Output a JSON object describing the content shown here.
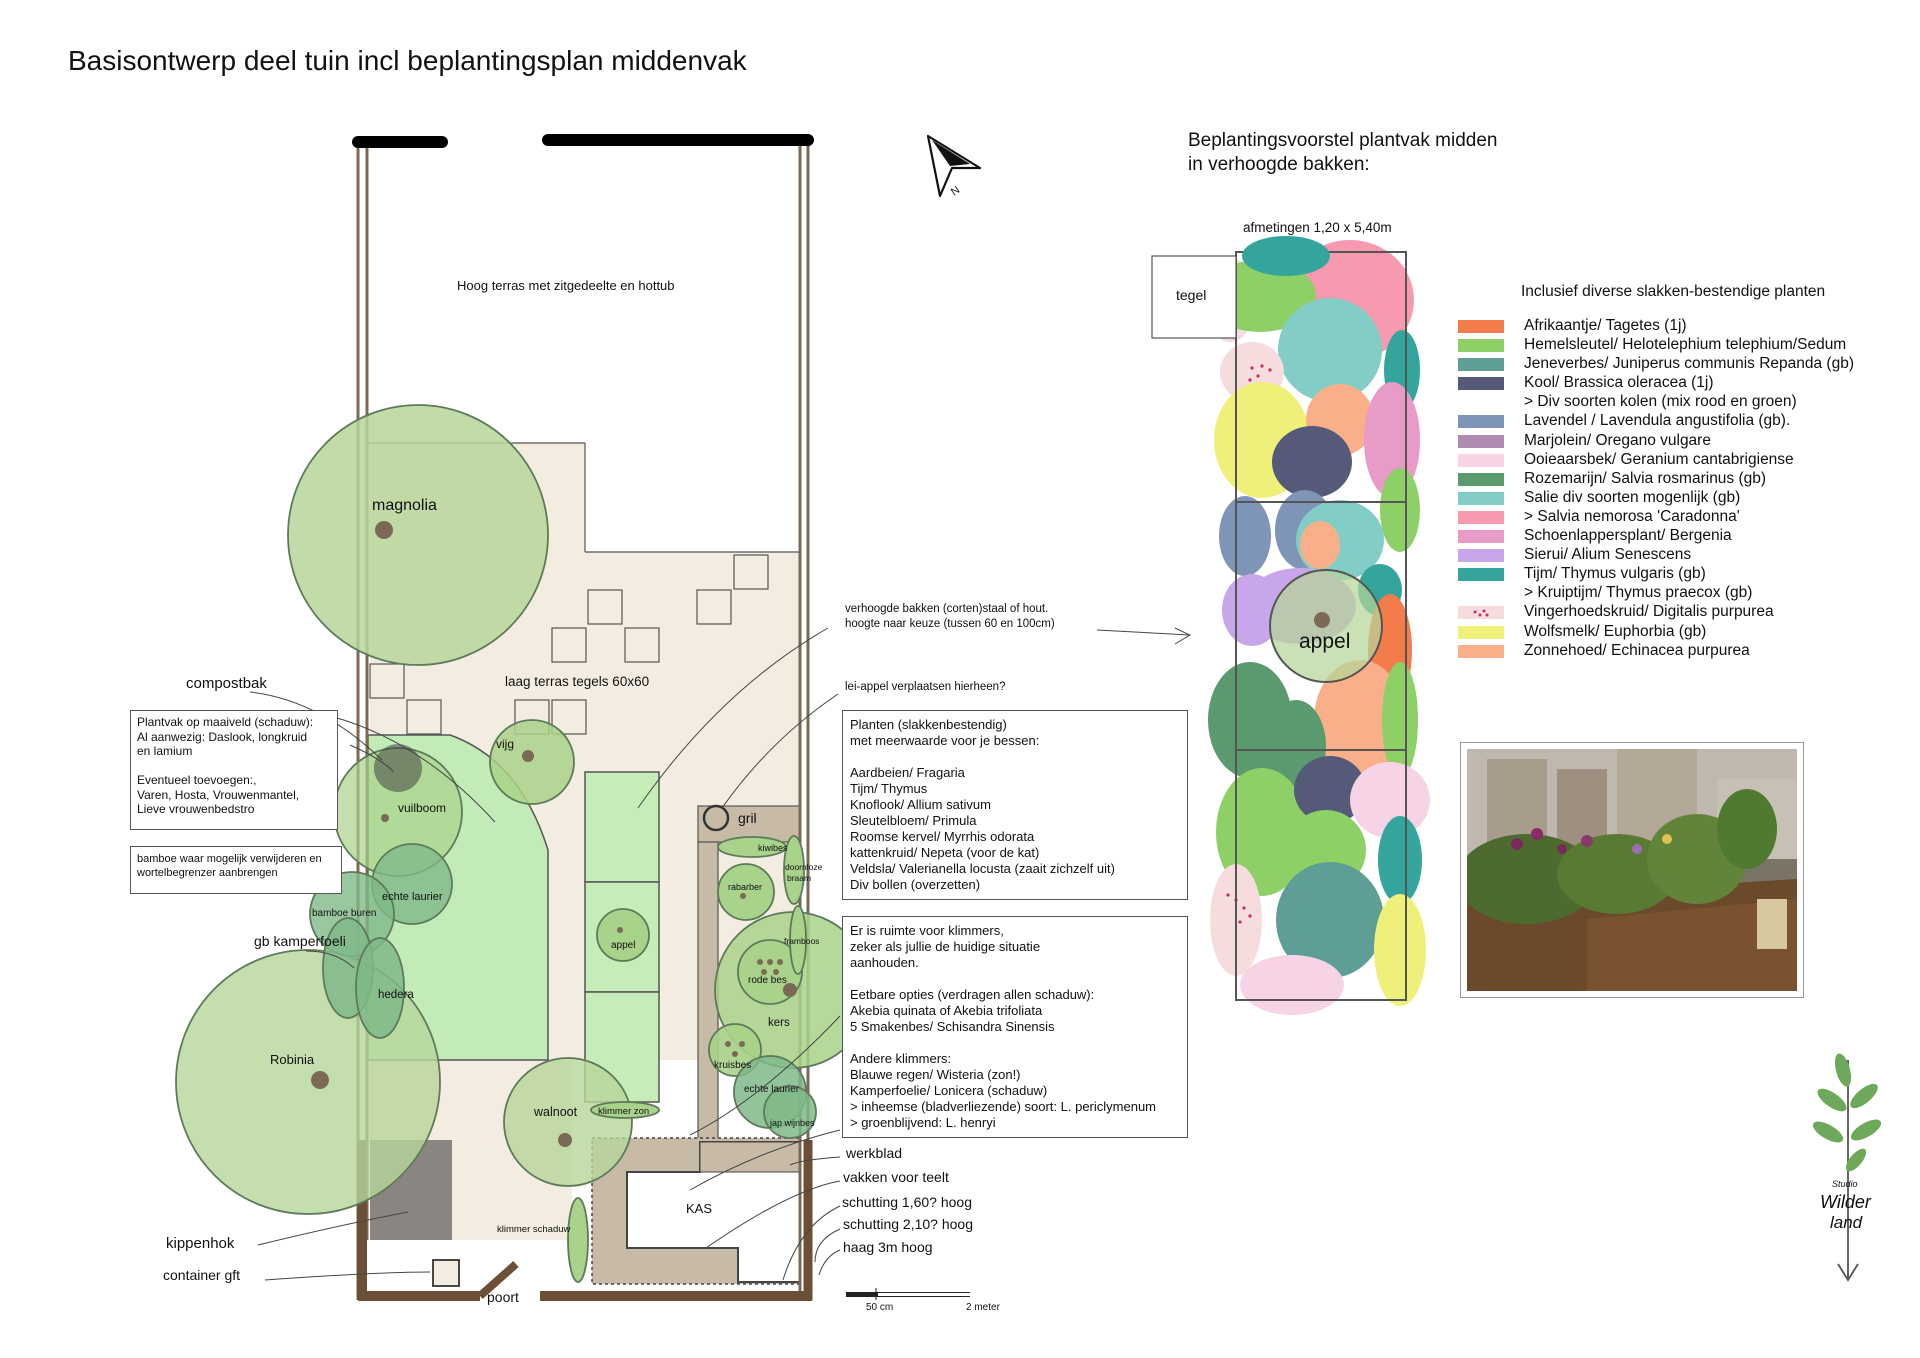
{
  "title": "Basisontwerp deel tuin incl beplantingsplan middenvak",
  "plan": {
    "terrace_high": "Hoog terras met zitgedeelte en hottub",
    "terrace_low": "laag terras tegels 60x60",
    "trees": {
      "magnolia": "magnolia",
      "robinia": "Robinia",
      "walnoot": "walnoot",
      "vijg": "vijg",
      "vuilboom": "vuilboom",
      "echte_laurier_left": "echte laurier",
      "bamboe_buren": "bamboe buren",
      "hedera": "hedera",
      "appel": "appel",
      "rabarber": "rabarber",
      "rode_bes": "rode bes",
      "kers": "kers",
      "kruisbes": "kruisbes",
      "echte_laurier_right": "echte laurier",
      "jap_wijnbes": "jap wijnbes",
      "kiwibes": "kiwibes",
      "doornloze_braam_1": "doornloze",
      "doornloze_braam_2": "braam",
      "framboos": "framboos"
    },
    "gril": "gril",
    "kas": "KAS",
    "klimmer_zon": "klimmer zon",
    "klimmer_schaduw": "klimmer schaduw",
    "poort": "poort"
  },
  "callouts": {
    "compostbak": "compostbak",
    "gb_kamperfoeli": "gb kamperfoeli",
    "kippenhok": "kippenhok",
    "container_gft": "container gft",
    "werkblad": "werkblad",
    "vakken": "vakken voor teelt",
    "schutting_160": "schutting 1,60? hoog",
    "schutting_210": "schutting 2,10? hoog",
    "haag": "haag 3m hoog",
    "verhoogde_1": "verhoogde bakken (corten)staal of hout.",
    "verhoogde_2": "hoogte naar keuze (tussen 60 en 100cm)",
    "lei_appel": "lei-appel verplaatsen hierheen?"
  },
  "boxes": {
    "plantvak": [
      "Plantvak op maaiveld (schaduw):",
      "Al aanwezig: Daslook, longkruid",
      "en lamium",
      "",
      "Eventueel toevoegen:,",
      "Varen, Hosta, Vrouwenmantel,",
      "Lieve vrouwenbedstro"
    ],
    "bamboe": [
      "bamboe waar mogelijk verwijderen en",
      "wortelbegrenzer aanbrengen"
    ],
    "planten": [
      "Planten (slakkenbestendig)",
      "met meerwaarde voor je bessen:",
      "",
      "Aardbeien/ Fragaria",
      "Tijm/ Thymus",
      "Knoflook/ Allium sativum",
      "Sleutelbloem/ Primula",
      "Roomse kervel/ Myrrhis odorata",
      "kattenkruid/ Nepeta (voor de kat)",
      "Veldsla/ Valerianella locusta (zaait zichzelf uit)",
      "Div bollen (overzetten)"
    ],
    "klimmers": [
      "Er is ruimte voor klimmers,",
      "zeker als jullie de huidige situatie",
      "aanhouden.",
      "",
      "Eetbare opties (verdragen allen schaduw):",
      "Akebia quinata of Akebia trifoliata",
      "5 Smakenbes/ Schisandra Sinensis",
      "",
      "Andere klimmers:",
      "Blauwe regen/ Wisteria (zon!)",
      "Kamperfoelie/ Lonicera (schaduw)",
      "> inheemse (bladverliezende) soort: L. periclymenum",
      "> groenblijvend: L. henryi"
    ]
  },
  "scale": {
    "left": "50 cm",
    "right": "2 meter"
  },
  "compass": "N",
  "planting": {
    "heading_1": "Beplantingsvoorstel plantvak midden",
    "heading_2": "in verhoogde bakken:",
    "dimensions": "afmetingen 1,20 x 5,40m",
    "tegel": "tegel",
    "appel": "appel"
  },
  "legend": {
    "heading": "Inclusief diverse slakken-bestendige planten",
    "items": [
      {
        "color": "#f47c4a",
        "text": "Afrikaantje/ Tagetes (1j)"
      },
      {
        "color": "#8dd066",
        "text": "Hemelsleutel/ Helotelephium telephium/Sedum"
      },
      {
        "color": "#5e9e96",
        "text": "Jeneverbes/ Juniperus communis Repanda (gb)"
      },
      {
        "color": "#545a78",
        "text": "Kool/ Brassica oleracea (1j)"
      },
      {
        "color": "",
        "text": "> Div soorten kolen (mix rood en groen)"
      },
      {
        "color": "#7f95b8",
        "text": "Lavendel / Lavendula angustifolia (gb)."
      },
      {
        "color": "#b08bb0",
        "text": "Marjolein/ Oregano vulgare"
      },
      {
        "color": "#f7d3e6",
        "text": "Ooieaarsbek/ Geranium cantabrigiense"
      },
      {
        "color": "#5a9a6e",
        "text": "Rozemarijn/ Salvia rosmarinus (gb)"
      },
      {
        "color": "#82cdc6",
        "text": "Salie div soorten mogenlijk (gb)"
      },
      {
        "color": "#f79ab0",
        "text": "> Salvia nemorosa 'Caradonna'"
      },
      {
        "color": "#e79bc6",
        "text": "Schoenlappersplant/ Bergenia"
      },
      {
        "color": "#c7a6ea",
        "text": "Sierui/ Alium Senescens"
      },
      {
        "color": "#34a59c",
        "text": "Tijm/ Thymus vulgaris (gb)"
      },
      {
        "color": "",
        "text": "> Kruiptijm/ Thymus praecox (gb)"
      },
      {
        "color": "#f6dcdc",
        "text": "Vingerhoedskruid/ Digitalis purpurea"
      },
      {
        "color": "#eef07a",
        "text": "Wolfsmelk/ Euphorbia (gb)"
      },
      {
        "color": "#f9b08a",
        "text": "Zonnehoed/ Echinacea purpurea"
      }
    ]
  },
  "logo": {
    "line1": "Studio",
    "line2": "Wilder",
    "line3": "land"
  }
}
